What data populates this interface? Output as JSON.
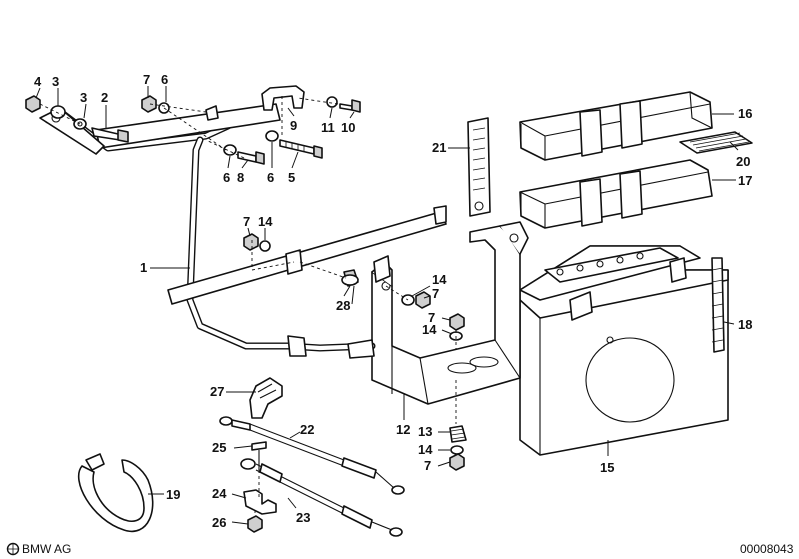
{
  "diagram": {
    "callouts": [
      "1",
      "2",
      "3",
      "3",
      "4",
      "5",
      "6",
      "6",
      "6",
      "7",
      "7",
      "7",
      "7",
      "7",
      "8",
      "9",
      "10",
      "11",
      "12",
      "13",
      "14",
      "14",
      "14",
      "14",
      "15",
      "16",
      "17",
      "18",
      "19",
      "20",
      "21",
      "22",
      "23",
      "24",
      "25",
      "26",
      "27",
      "28"
    ]
  },
  "footer": {
    "brand": "BMW AG",
    "diagram_number": "00008043"
  }
}
